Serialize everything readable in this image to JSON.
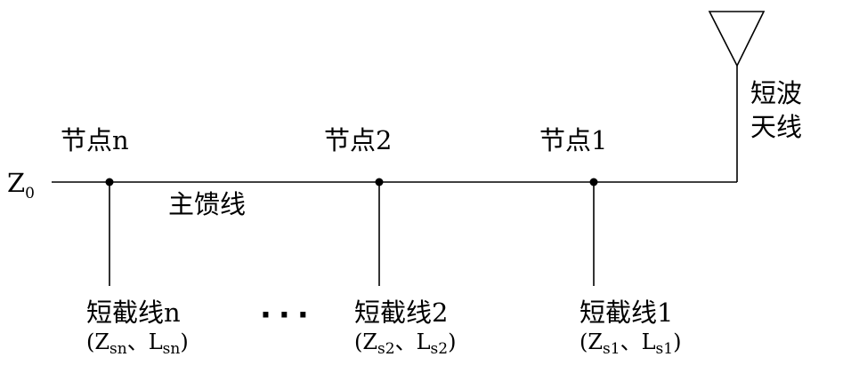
{
  "source_impedance": {
    "symbol": "Z",
    "subscript": "0"
  },
  "main_feeder_label": "主馈线",
  "antenna_label": [
    "短波",
    "天线"
  ],
  "nodes": [
    {
      "label": "节点n"
    },
    {
      "label": "节点2"
    },
    {
      "label": "节点1"
    }
  ],
  "stubs": [
    {
      "label": "短截线n",
      "z_sub": "sn",
      "l_sub": "sn"
    },
    {
      "label": "短截线2",
      "z_sub": "s2",
      "l_sub": "s2"
    },
    {
      "label": "短截线1",
      "z_sub": "s1",
      "l_sub": "s1"
    }
  ],
  "ellipsis": "···"
}
